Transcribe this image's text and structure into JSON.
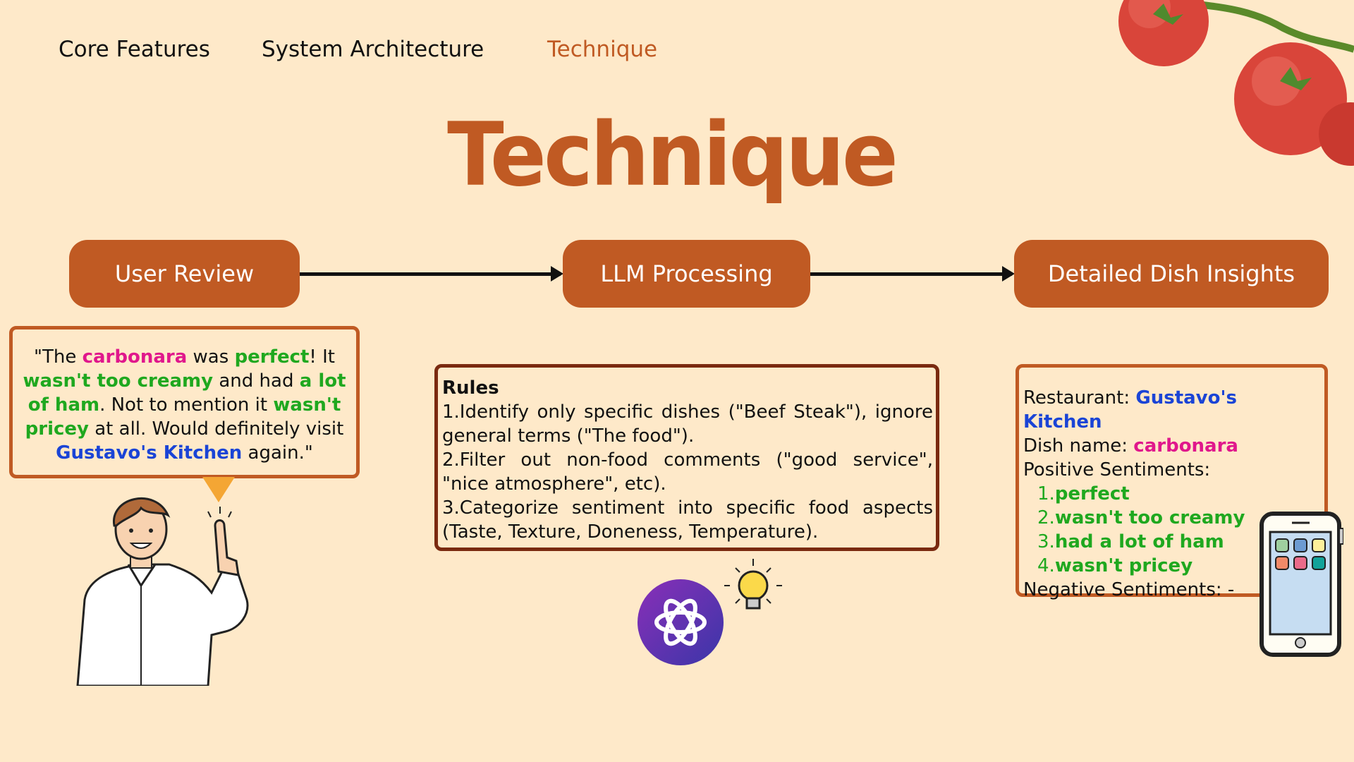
{
  "nav": {
    "items": [
      {
        "label": "Core Features"
      },
      {
        "label": "System Architecture"
      },
      {
        "label": "Technique",
        "active": true
      }
    ]
  },
  "title": "Technique",
  "flow": {
    "steps": [
      "User Review",
      "LLM Processing",
      "Detailed Dish Insights"
    ]
  },
  "review": {
    "parts": [
      "\"The ",
      "carbonara",
      " was ",
      "perfect",
      "! It ",
      "wasn't too creamy",
      " and had ",
      "a lot of ham",
      ". Not to mention it ",
      "wasn't pricey",
      " at all. Would definitely visit ",
      "Gustavo's Kitchen",
      " again.\""
    ]
  },
  "rules": {
    "heading": "Rules",
    "items": [
      "1.Identify only specific dishes (\"Beef Steak\"), ignore general terms (\"The food\").",
      "2.Filter out non-food comments (\"good service\", \"nice atmosphere\", etc).",
      "3.Categorize sentiment into specific food aspects (Taste, Texture, Doneness, Temperature)."
    ]
  },
  "insights": {
    "restaurant_label": "Restaurant: ",
    "restaurant": "Gustavo's Kitchen",
    "dish_label": "Dish name: ",
    "dish": "carbonara",
    "positive_label": "Positive Sentiments:",
    "positive": [
      {
        "n": "1.",
        "t": "perfect"
      },
      {
        "n": "2.",
        "t": "wasn't too creamy"
      },
      {
        "n": "3.",
        "t": "had a lot of ham"
      },
      {
        "n": "4.",
        "t": "wasn't pricey"
      }
    ],
    "negative": "Negative Sentiments: -"
  },
  "colors": {
    "accent": "#c05a23",
    "background": "#fee9c9",
    "dish": "#e0178c",
    "positive": "#1fa81f",
    "restaurant": "#1a44d6"
  }
}
